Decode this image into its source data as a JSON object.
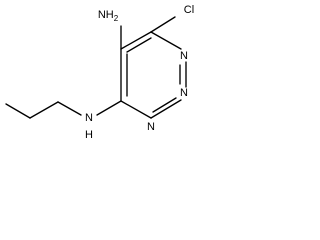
{
  "structure": {
    "labels": {
      "chloro": "Cl",
      "amino": "NH",
      "amino_subscript": "2",
      "ring_n_top": "N",
      "ring_n_bottom": "N",
      "amine_n": "N",
      "amine_h": "H"
    }
  }
}
